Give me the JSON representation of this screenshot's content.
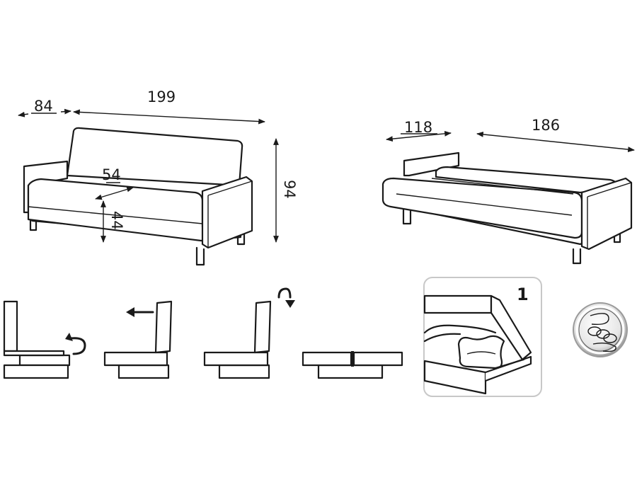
{
  "dimensions": {
    "depth": "84",
    "width": "199",
    "seat_depth": "54",
    "seat_height": "44",
    "height": "94",
    "bed_depth": "118",
    "bed_width": "186"
  },
  "storage_panel": {
    "number": "1"
  },
  "icons": {
    "back_tilt": "curved-arrow-icon",
    "push_back": "left-arrow-icon",
    "fold_down": "curved-arrow-icon",
    "spring": "coil-spring-icon",
    "storage": "storage-compartment-icon"
  },
  "colors": {
    "line": "#1a1a1a",
    "panel_border": "#c8c8c8"
  }
}
